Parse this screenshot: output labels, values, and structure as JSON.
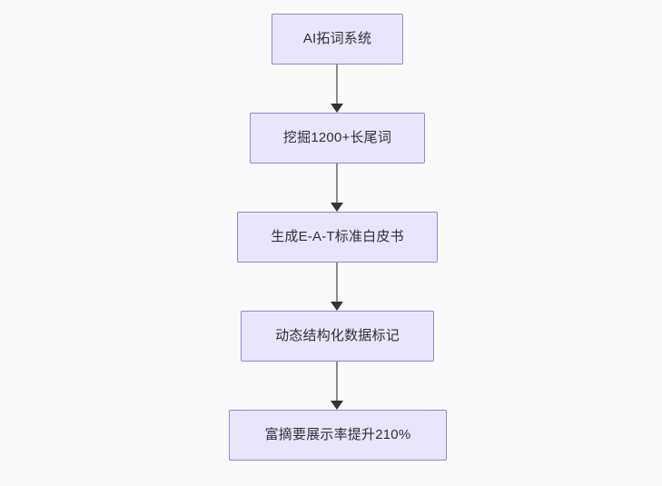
{
  "diagram": {
    "title": "",
    "background_color": "#fafafa",
    "node_fill_color": "#e8e6fc",
    "node_border_color": "#9f7fdf",
    "node_text_color": "#2f2f35",
    "edge_color": "#8c8c8c",
    "arrowhead_color": "#333333",
    "direction": "top-to-bottom",
    "nodes": [
      {
        "id": "n0",
        "label": "AI拓词系统"
      },
      {
        "id": "n1",
        "label": "挖掘1200+长尾词"
      },
      {
        "id": "n2",
        "label": "生成E-A-T标准白皮书"
      },
      {
        "id": "n3",
        "label": "动态结构化数据标记"
      },
      {
        "id": "n4",
        "label": "富摘要展示率提升210%"
      }
    ],
    "edges": [
      {
        "id": "e0",
        "from": "n0",
        "to": "n1",
        "label": ""
      },
      {
        "id": "e1",
        "from": "n1",
        "to": "n2",
        "label": ""
      },
      {
        "id": "e2",
        "from": "n2",
        "to": "n3",
        "label": ""
      },
      {
        "id": "e3",
        "from": "n3",
        "to": "n4",
        "label": ""
      }
    ]
  }
}
